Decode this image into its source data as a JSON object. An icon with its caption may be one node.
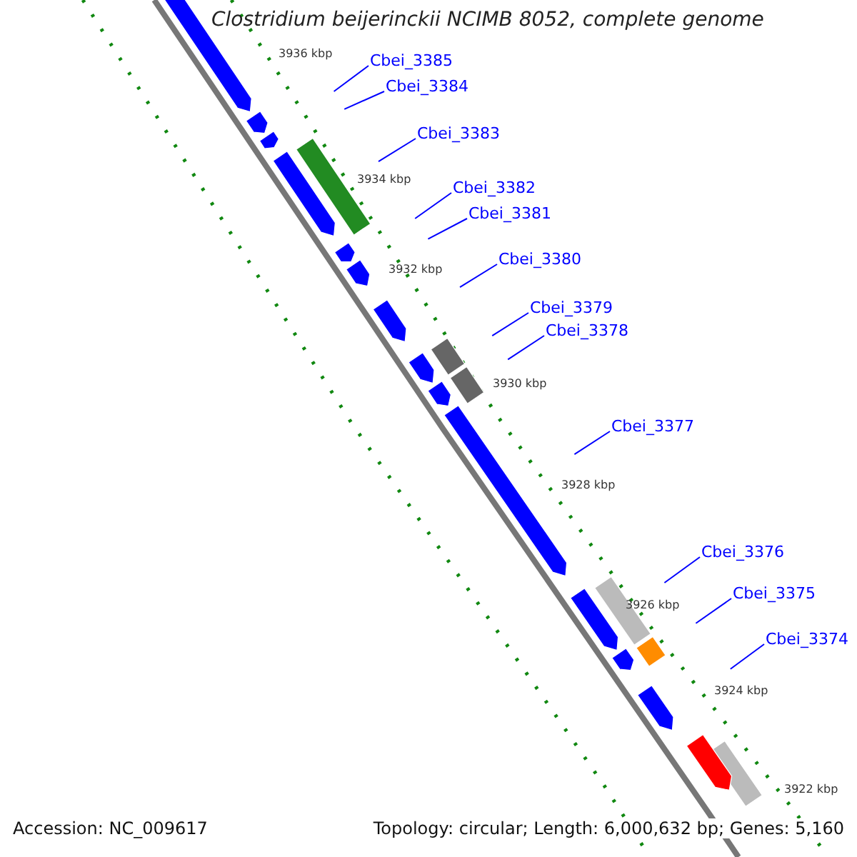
{
  "diagram": {
    "title": "Clostridium beijerinckii NCIMB 8052, complete genome",
    "nodes": [
      {
        "text": [
          "Cbei_3385"
        ]
      },
      {
        "text": [
          "Cbei_3384"
        ]
      },
      {
        "text": [
          "Cbei_3383"
        ]
      },
      {
        "text": [
          "Cbei_3382"
        ]
      },
      {
        "text": [
          "Cbei_3381"
        ]
      },
      {
        "text": [
          "Cbei_3380"
        ]
      },
      {
        "text": [
          "Cbei_3379"
        ]
      },
      {
        "text": [
          "Cbei_3378"
        ]
      },
      {
        "text": [
          "Cbei_3377"
        ]
      },
      {
        "text": [
          "Cbei_3376"
        ]
      },
      {
        "text": [
          "Cbei_3375"
        ]
      },
      {
        "text": [
          "Cbei_3374"
        ]
      }
    ],
    "edges": [
      {
        "from": 0,
        "to": null,
        "arrow": "none"
      },
      {
        "from": 1,
        "to": null,
        "arrow": "none"
      },
      {
        "from": 2,
        "to": null,
        "arrow": "none"
      },
      {
        "from": 3,
        "to": null,
        "arrow": "none"
      },
      {
        "from": 4,
        "to": null,
        "arrow": "none"
      },
      {
        "from": 5,
        "to": null,
        "arrow": "none"
      },
      {
        "from": 6,
        "to": null,
        "arrow": "none"
      },
      {
        "from": 7,
        "to": null,
        "arrow": "none"
      },
      {
        "from": 8,
        "to": null,
        "arrow": "none"
      },
      {
        "from": 9,
        "to": null,
        "arrow": "none"
      },
      {
        "from": 10,
        "to": null,
        "arrow": "none"
      },
      {
        "from": 11,
        "to": null,
        "arrow": "none"
      }
    ],
    "labels": [
      "3936 kbp",
      "3934 kbp",
      "3932 kbp",
      "3930 kbp",
      "3928 kbp",
      "3926 kbp",
      "3924 kbp",
      "3922 kbp",
      "Accession: NC_009617",
      "Topology: circular; Length: 6,000,632 bp; Genes: 5,160"
    ]
  }
}
